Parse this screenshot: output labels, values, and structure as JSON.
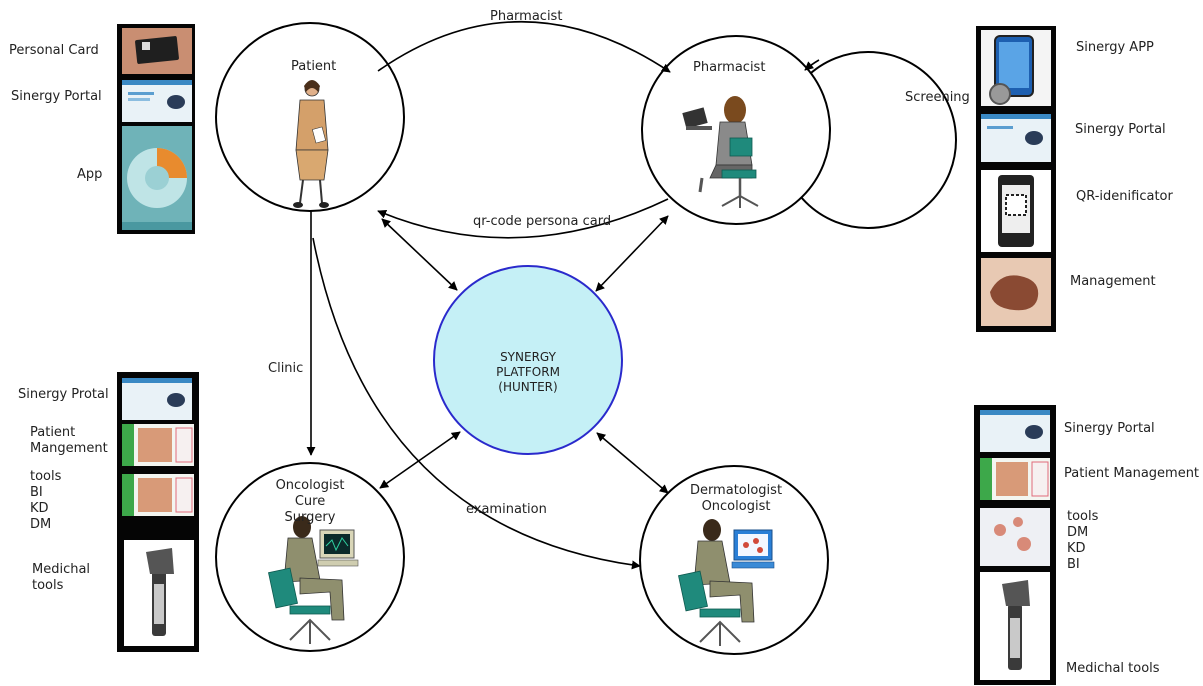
{
  "nodes": {
    "patient": "Patient",
    "pharmacist": "Pharmacist",
    "platform": [
      "SYNERGY",
      "PLATFORM",
      "(HUNTER)"
    ],
    "oncologist": [
      "Oncologist",
      "Cure",
      "Surgery"
    ],
    "dermatologist": [
      "Dermatologist",
      "Oncologist"
    ]
  },
  "edges": {
    "pharmacist_top": "Pharmacist",
    "screening": "Screening",
    "qr_card": "qr-code persona card",
    "clinic": "Clinic",
    "examination": "examination"
  },
  "patient_resources": {
    "personal_card": "Personal Card",
    "portal": "Sinergy Portal",
    "app": "App"
  },
  "pharmacist_resources": {
    "app": "Sinergy APP",
    "portal": "Sinergy Portal",
    "qr": "QR-idenificator",
    "management": "Management"
  },
  "oncologist_resources": {
    "portal": "Sinergy Protal",
    "patient_mgmt": [
      "Patient",
      "Mangement"
    ],
    "tools": [
      "tools",
      "BI",
      "KD",
      "DM"
    ],
    "medical": [
      "Medichal",
      "tools"
    ]
  },
  "dermatologist_resources": {
    "portal": "Sinergy Portal",
    "patient_mgmt": "Patient Management",
    "tools": [
      "tools",
      "DM",
      "KD",
      "BI"
    ],
    "medical": "Medichal tools"
  },
  "colors": {
    "platform_fill": "#c5f0f6",
    "platform_stroke": "#2a2acc",
    "line": "#000000"
  }
}
